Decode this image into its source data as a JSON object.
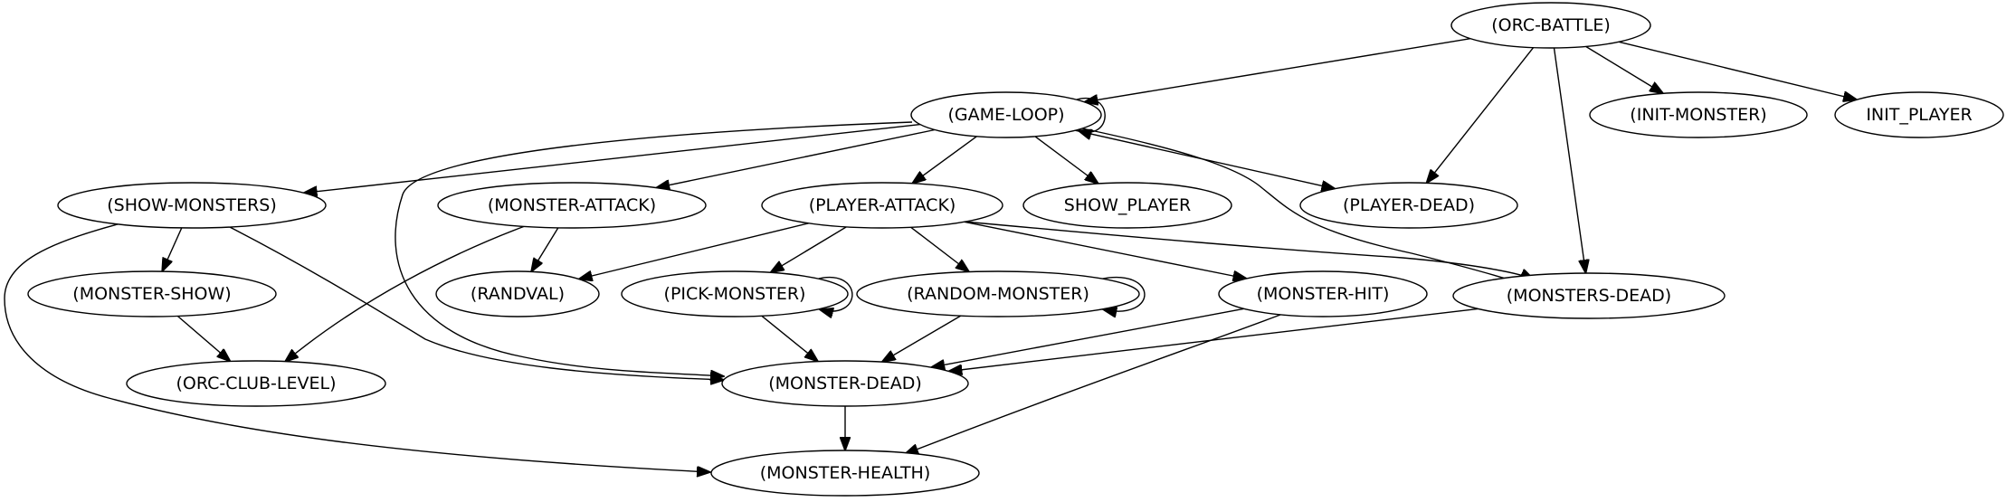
{
  "graph": {
    "nodes": [
      {
        "id": "orc-battle",
        "label": "(ORC-BATTLE)"
      },
      {
        "id": "game-loop",
        "label": "(GAME-LOOP)"
      },
      {
        "id": "init-monster",
        "label": "(INIT-MONSTER)"
      },
      {
        "id": "init-player",
        "label": "INIT_PLAYER"
      },
      {
        "id": "show-monsters",
        "label": "(SHOW-MONSTERS)"
      },
      {
        "id": "monster-attack",
        "label": "(MONSTER-ATTACK)"
      },
      {
        "id": "player-attack",
        "label": "(PLAYER-ATTACK)"
      },
      {
        "id": "show-player",
        "label": "SHOW_PLAYER"
      },
      {
        "id": "player-dead",
        "label": "(PLAYER-DEAD)"
      },
      {
        "id": "monster-show",
        "label": "(MONSTER-SHOW)"
      },
      {
        "id": "randval",
        "label": "(RANDVAL)"
      },
      {
        "id": "pick-monster",
        "label": "(PICK-MONSTER)"
      },
      {
        "id": "random-monster",
        "label": "(RANDOM-MONSTER)"
      },
      {
        "id": "monster-hit",
        "label": "(MONSTER-HIT)"
      },
      {
        "id": "monsters-dead",
        "label": "(MONSTERS-DEAD)"
      },
      {
        "id": "orc-club-level",
        "label": "(ORC-CLUB-LEVEL)"
      },
      {
        "id": "monster-dead",
        "label": "(MONSTER-DEAD)"
      },
      {
        "id": "monster-health",
        "label": "(MONSTER-HEALTH)"
      }
    ],
    "edges": [
      {
        "from": "orc-battle",
        "to": "game-loop"
      },
      {
        "from": "orc-battle",
        "to": "init-monster"
      },
      {
        "from": "orc-battle",
        "to": "init-player"
      },
      {
        "from": "orc-battle",
        "to": "player-dead"
      },
      {
        "from": "orc-battle",
        "to": "monsters-dead"
      },
      {
        "from": "game-loop",
        "to": "game-loop"
      },
      {
        "from": "game-loop",
        "to": "show-monsters"
      },
      {
        "from": "game-loop",
        "to": "monster-attack"
      },
      {
        "from": "game-loop",
        "to": "player-attack"
      },
      {
        "from": "game-loop",
        "to": "show-player"
      },
      {
        "from": "game-loop",
        "to": "player-dead"
      },
      {
        "from": "game-loop",
        "to": "monsters-dead"
      },
      {
        "from": "game-loop",
        "to": "monster-dead"
      },
      {
        "from": "show-monsters",
        "to": "monster-show"
      },
      {
        "from": "show-monsters",
        "to": "monster-dead"
      },
      {
        "from": "show-monsters",
        "to": "monster-health"
      },
      {
        "from": "monster-attack",
        "to": "randval"
      },
      {
        "from": "monster-attack",
        "to": "orc-club-level"
      },
      {
        "from": "player-attack",
        "to": "randval"
      },
      {
        "from": "player-attack",
        "to": "pick-monster"
      },
      {
        "from": "player-attack",
        "to": "random-monster"
      },
      {
        "from": "player-attack",
        "to": "monster-hit"
      },
      {
        "from": "player-attack",
        "to": "monsters-dead"
      },
      {
        "from": "monster-show",
        "to": "orc-club-level"
      },
      {
        "from": "pick-monster",
        "to": "pick-monster"
      },
      {
        "from": "pick-monster",
        "to": "monster-dead"
      },
      {
        "from": "random-monster",
        "to": "random-monster"
      },
      {
        "from": "random-monster",
        "to": "monster-dead"
      },
      {
        "from": "monster-hit",
        "to": "monster-dead"
      },
      {
        "from": "monster-hit",
        "to": "monster-health"
      },
      {
        "from": "monsters-dead",
        "to": "monster-dead"
      },
      {
        "from": "monster-dead",
        "to": "monster-health"
      }
    ]
  }
}
